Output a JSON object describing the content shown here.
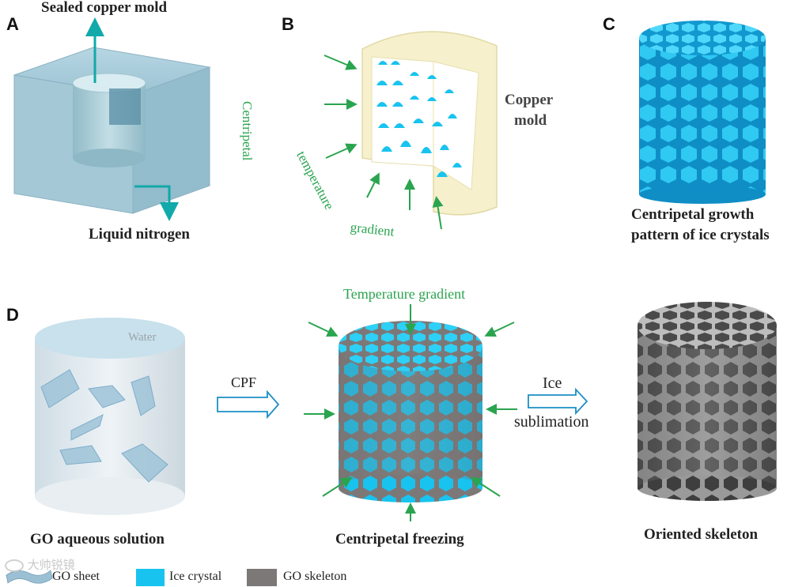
{
  "panels": {
    "a": {
      "letter": "A",
      "top_label": "Sealed copper mold",
      "bottom_label": "Liquid nitrogen"
    },
    "b": {
      "letter": "B",
      "side_label_1": "Copper",
      "side_label_2": "mold",
      "curved_word_1": "Centripetal",
      "curved_word_2": "temperature",
      "curved_word_3": "gradient"
    },
    "c": {
      "letter": "C",
      "caption_1": "Centripetal growth",
      "caption_2": "pattern of ice crystals"
    },
    "d": {
      "letter": "D",
      "water_label": "Water",
      "cpf_label": "CPF",
      "temp_gradient_label": "Temperature gradient",
      "ice_label": "Ice",
      "sublimation_label": "sublimation",
      "caption_left": "GO aqueous solution",
      "caption_middle": "Centripetal freezing",
      "caption_right": "Oriented skeleton"
    }
  },
  "legend": [
    {
      "label": "GO sheet",
      "color": "#6fa3c4"
    },
    {
      "label": "Ice crystal",
      "color": "#19c3ef"
    },
    {
      "label": "GO skeleton",
      "color": "#7d7878"
    }
  ],
  "watermark": "大帅锐镜",
  "colors": {
    "teal_arrow": "#11a9a9",
    "green_arrow": "#2aa44f",
    "ice": "#19c3ef",
    "skeleton": "#7d7878",
    "mold": "#f6f0cc",
    "nitrogen_box": "#a9ccd9"
  }
}
